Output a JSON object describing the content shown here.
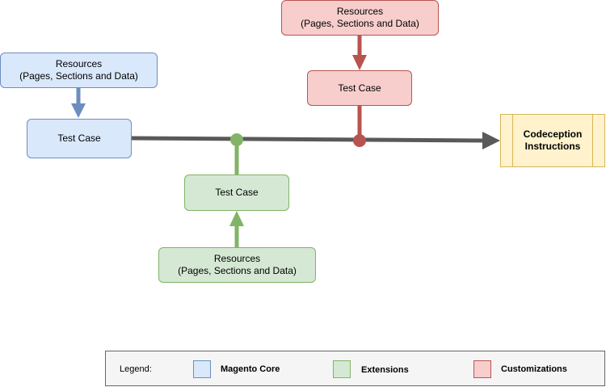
{
  "diagram": {
    "blue_resources": {
      "line1": "Resources",
      "line2": "(Pages, Sections and Data)"
    },
    "blue_test_case": "Test Case",
    "red_resources": {
      "line1": "Resources",
      "line2": "(Pages, Sections and Data)"
    },
    "red_test_case": "Test Case",
    "green_test_case": "Test Case",
    "green_resources": {
      "line1": "Resources",
      "line2": "(Pages, Sections and Data)"
    },
    "output": {
      "line1": "Codeception",
      "line2": "Instructions"
    }
  },
  "legend": {
    "title": "Legend:",
    "items": [
      {
        "label": "Magento Core",
        "fill": "#dae8fc",
        "stroke": "#6c8ebf"
      },
      {
        "label": "Extensions",
        "fill": "#d5e8d4",
        "stroke": "#82b366"
      },
      {
        "label": "Customizations",
        "fill": "#f8cecc",
        "stroke": "#b85450"
      }
    ]
  },
  "colors": {
    "main_line": "#595959",
    "magento_core": "#6c8ebf",
    "extensions": "#82b366",
    "customizations": "#b85450",
    "output_fill": "#fff2cc",
    "output_stroke": "#d6b656"
  }
}
